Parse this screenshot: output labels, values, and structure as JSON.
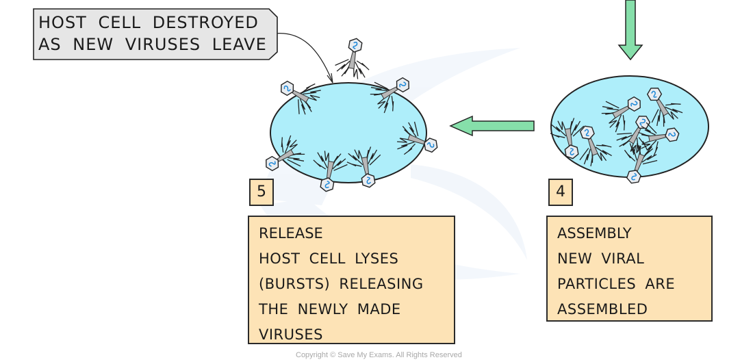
{
  "callout": {
    "lines": [
      "HOST CELL DESTROYED",
      "AS NEW VIRUSES LEAVE"
    ]
  },
  "steps": [
    {
      "number": "5",
      "title": "RELEASE",
      "lines": [
        "HOST CELL LYSES",
        "(BURSTS) RELEASING",
        "THE NEWLY MADE",
        "VIRUSES"
      ]
    },
    {
      "number": "4",
      "title": "ASSEMBLY",
      "lines": [
        "NEW VIRAL",
        "PARTICLES ARE",
        "ASSEMBLED"
      ]
    }
  ],
  "colors": {
    "cell_fill": "#aeeefa",
    "arrow_fill": "#86dfaa",
    "box_fill": "#fde3b6",
    "callout_fill": "#e6e6e6",
    "virus_head_fill": "#e9edf1",
    "virus_dna": "#1e88d8"
  },
  "icons": {
    "down_arrow": "arrow-down-icon",
    "left_arrow": "arrow-left-icon",
    "virus": "bacteriophage-icon"
  },
  "footer": {
    "copyright": "Copyright © Save My Exams. All Rights Reserved"
  }
}
